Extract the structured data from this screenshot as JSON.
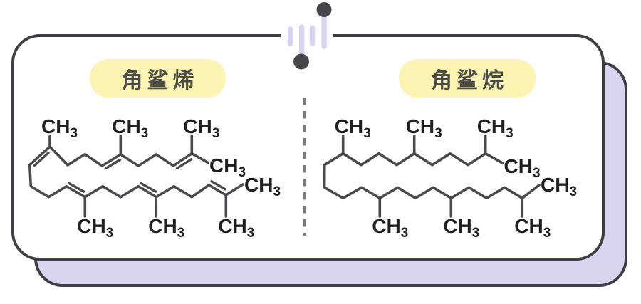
{
  "panels": {
    "left": {
      "badge": "角鲨烯"
    },
    "right": {
      "badge": "角鲨烷"
    }
  },
  "chem": {
    "methyl_main": "CH",
    "methyl_sub": "3"
  },
  "colors": {
    "back_card": "#d9d5f0",
    "badge_bg": "#fbf4b2",
    "outline_ink": "#3e3e43",
    "bond_ink": "#4a4a4e",
    "pin_dark": "#46464a",
    "pin_light": "#d7d3f0"
  }
}
